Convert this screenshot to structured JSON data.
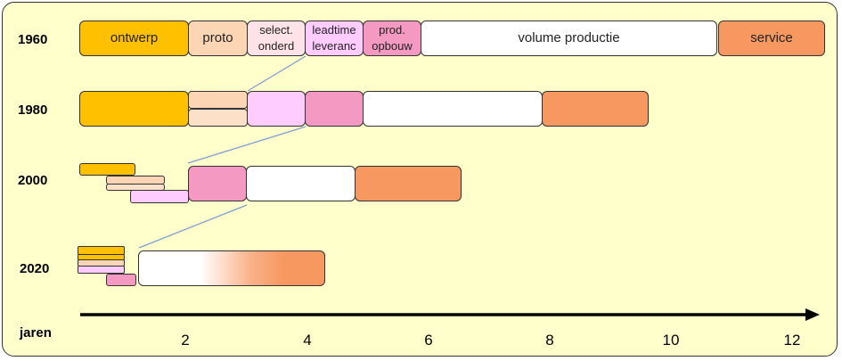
{
  "rows": {
    "r1960": "1960",
    "r1980": "1980",
    "r2000": "2000",
    "r2020": "2020"
  },
  "phases": {
    "ontwerp": "ontwerp",
    "proto": "proto",
    "select_1": "select.",
    "select_2": "onderd",
    "leadtime_1": "leadtime",
    "leadtime_2": "leveranc",
    "prod_1": "prod.",
    "prod_2": "opbouw",
    "volume": "volume  productie",
    "service": "service"
  },
  "axis": {
    "label": "jaren",
    "ticks": [
      "2",
      "4",
      "6",
      "8",
      "10",
      "12"
    ]
  },
  "colors": {
    "ontwerp": "#ffc000",
    "proto": "#fcd5b5",
    "select": "#ffccff",
    "prod": "#f49ac2",
    "volume": "#ffffff",
    "service": "#f79860",
    "panel": "#ffffcc"
  }
}
